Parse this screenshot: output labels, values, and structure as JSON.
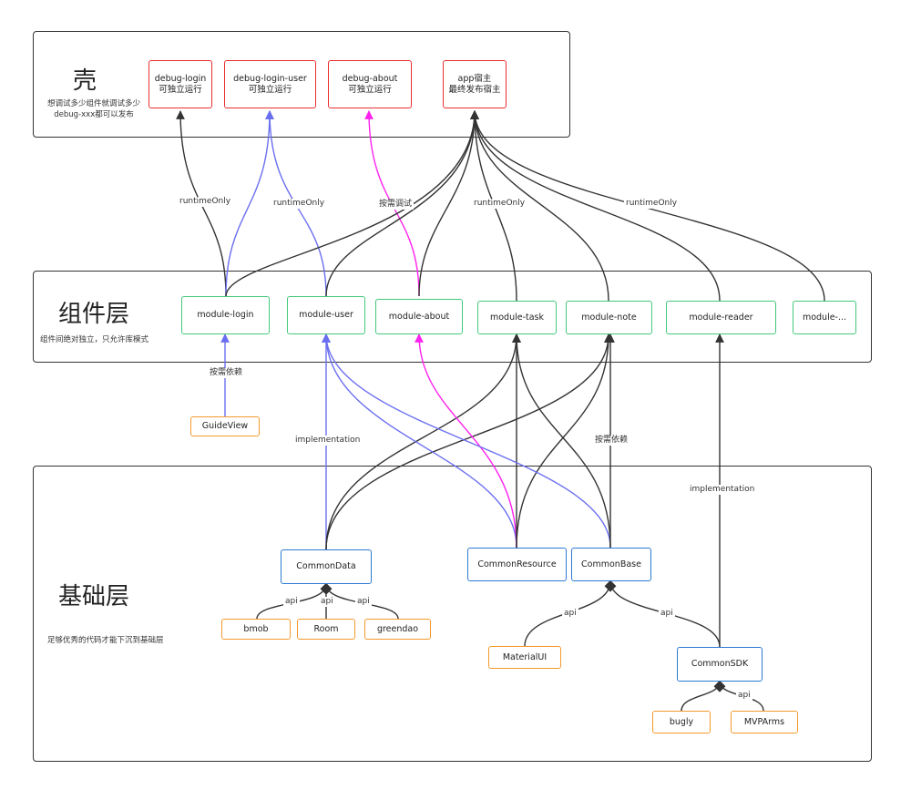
{
  "layers": {
    "shell": {
      "title": "壳",
      "desc_line1": "想调试多少组件就调试多少",
      "desc_line2": "debug-xxx都可以发布"
    },
    "component": {
      "title": "组件层",
      "desc": "组件间绝对独立，只允许库模式"
    },
    "base": {
      "title": "基础层",
      "desc": "足够优秀的代码才能下沉到基础层"
    }
  },
  "nodes": {
    "debug_login": {
      "line1": "debug-login",
      "line2": "可独立运行"
    },
    "debug_login_user": {
      "line1": "debug-login-user",
      "line2": "可独立运行"
    },
    "debug_about": {
      "line1": "debug-about",
      "line2": "可独立运行"
    },
    "app": {
      "line1": "app宿主",
      "line2": "最终发布宿主"
    },
    "module_login": "module-login",
    "module_user": "module-user",
    "module_about": "module-about",
    "module_task": "module-task",
    "module_note": "module-note",
    "module_reader": "module-reader",
    "module_more": "module-...",
    "guideview": "GuideView",
    "commondata": "CommonData",
    "commonresource": "CommonResource",
    "commonbase": "CommonBase",
    "bmob": "bmob",
    "room": "Room",
    "greendao": "greendao",
    "materialui": "MaterialUI",
    "commonsdk": "CommonSDK",
    "bugly": "bugly",
    "mvparms": "MVPArms"
  },
  "edge_labels": {
    "runtime_login": "runtimeOnly",
    "runtime_user": "runtimeOnly",
    "ondemand_debug": "按需调试",
    "runtime_task": "runtimeOnly",
    "runtime_reader": "runtimeOnly",
    "ondemand_guide": "按需依赖",
    "impl_data": "implementation",
    "ondemand_base": "按需依赖",
    "impl_sdk": "implementation",
    "api_bmob": "api",
    "api_room": "api",
    "api_greendao": "api",
    "api_material": "api",
    "api_sdk": "api",
    "api_mvparms": "api"
  },
  "colors": {
    "dark": "#333333",
    "blue": "#6a6ff0",
    "magenta": "#ff22ee",
    "red": "#e8302f",
    "green": "#43c97a",
    "orange": "#f39a2c",
    "nodeblue": "#2a7bd3"
  }
}
